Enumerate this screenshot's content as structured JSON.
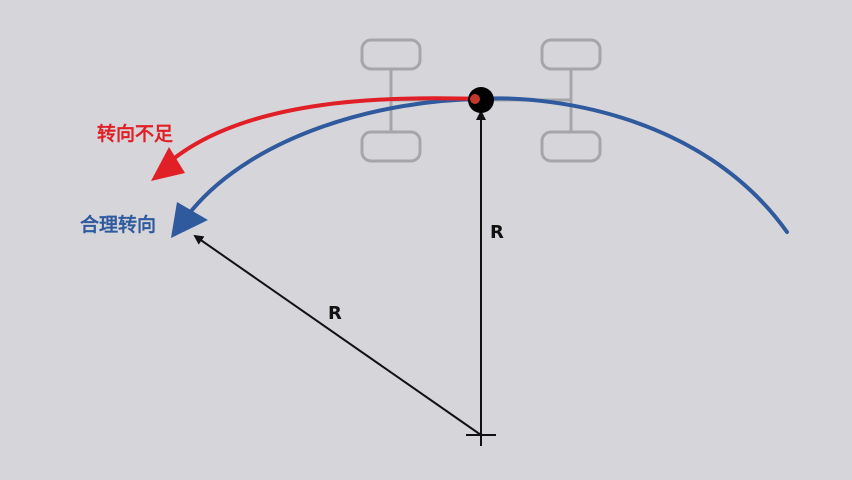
{
  "labels": {
    "understeer": "转向不足",
    "neutral_steer": "合理转向",
    "radius_vertical": "R",
    "radius_diagonal": "R"
  },
  "colors": {
    "background": "#d6d5da",
    "understeer": "#e01f26",
    "neutral_steer": "#2f5a9e",
    "car_outline": "#a6a6aa",
    "radius_line": "#111111",
    "dot": "#000000"
  }
}
